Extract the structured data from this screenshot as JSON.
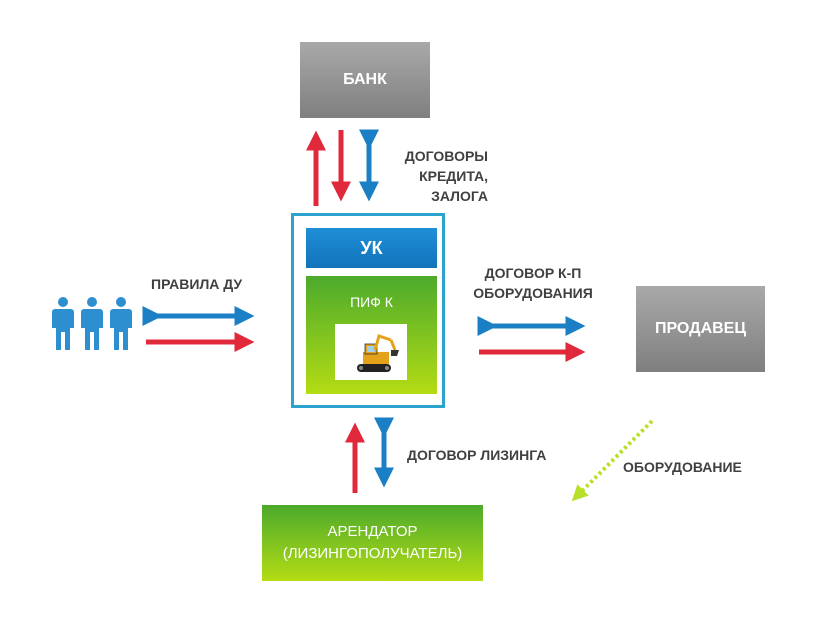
{
  "nodes": {
    "bank": "БАНК",
    "uk": "УК",
    "pif": "ПИФ К",
    "seller": "ПРОДАВЕЦ",
    "lessee_line1": "АРЕНДАТОР",
    "lessee_line2": "(ЛИЗИНГОПОЛУЧАТЕЛЬ)"
  },
  "labels": {
    "credit_line1": "ДОГОВОРЫ",
    "credit_line2": "КРЕДИТА,",
    "credit_line3": "ЗАЛОГА",
    "rules": "ПРАВИЛА ДУ",
    "purchase_line1": "ДОГОВОР К-П",
    "purchase_line2": "ОБОРУДОВАНИЯ",
    "leasing": "ДОГОВОР ЛИЗИНГА",
    "equipment": "ОБОРУДОВАНИЕ"
  },
  "colors": {
    "red_arrow": "#e02a3c",
    "blue_arrow": "#1a7fc4",
    "frame": "#2aa3cf",
    "green_dashed": "#b8e02a",
    "people": "#2d8fd0"
  },
  "icons": {
    "people": "people-icon",
    "excavator": "excavator-icon"
  }
}
